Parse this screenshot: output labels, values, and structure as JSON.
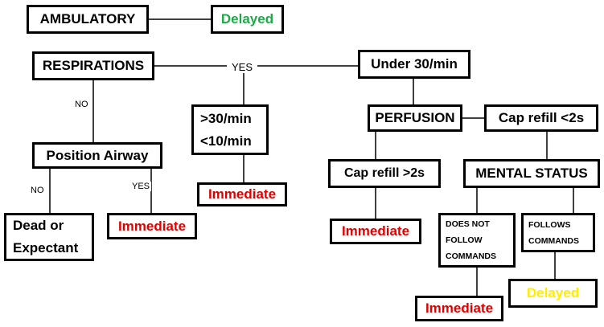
{
  "colors": {
    "delayed_green": "#1faa4a",
    "immediate_red": "#e00000",
    "delayed_yellow": "#ffee00",
    "border": "#000000"
  },
  "nodes": {
    "ambulatory": "AMBULATORY",
    "delayed_top": "Delayed",
    "respirations": "RESPIRATIONS",
    "under_30": "Under 30/min",
    "rate_over": ">30/min",
    "rate_under": "<10/min",
    "immediate_rate": "Immediate",
    "position_airway": "Position Airway",
    "dead_line1": "Dead or",
    "dead_line2": "Expectant",
    "immediate_airway": "Immediate",
    "perfusion": "PERFUSION",
    "cap_refill_under": "Cap refill <2s",
    "cap_refill_over": "Cap refill >2s",
    "immediate_perfusion": "Immediate",
    "mental_status": "MENTAL STATUS",
    "not_follow_line1": "DOES NOT",
    "not_follow_line2": "FOLLOW",
    "not_follow_line3": "COMMANDS",
    "follows_line1": "FOLLOWS",
    "follows_line2": "COMMANDS",
    "immediate_mental": "Immediate",
    "delayed_bottom": "Delayed"
  },
  "labels": {
    "yes_respirations": "YES",
    "no_respirations": "NO",
    "no_airway": "NO",
    "yes_airway": "YES"
  }
}
